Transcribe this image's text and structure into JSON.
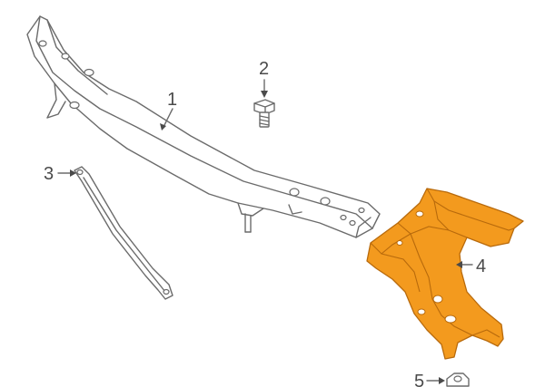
{
  "callouts": [
    {
      "number": "1",
      "part": "crossmember"
    },
    {
      "number": "2",
      "part": "bolt"
    },
    {
      "number": "3",
      "part": "brace"
    },
    {
      "number": "4",
      "part": "bracket"
    },
    {
      "number": "5",
      "part": "nut"
    }
  ],
  "colors": {
    "highlight": "#f39a1e",
    "highlight_dark": "#d97e0f",
    "outline": "#6b6b6b",
    "background": "#ffffff"
  }
}
